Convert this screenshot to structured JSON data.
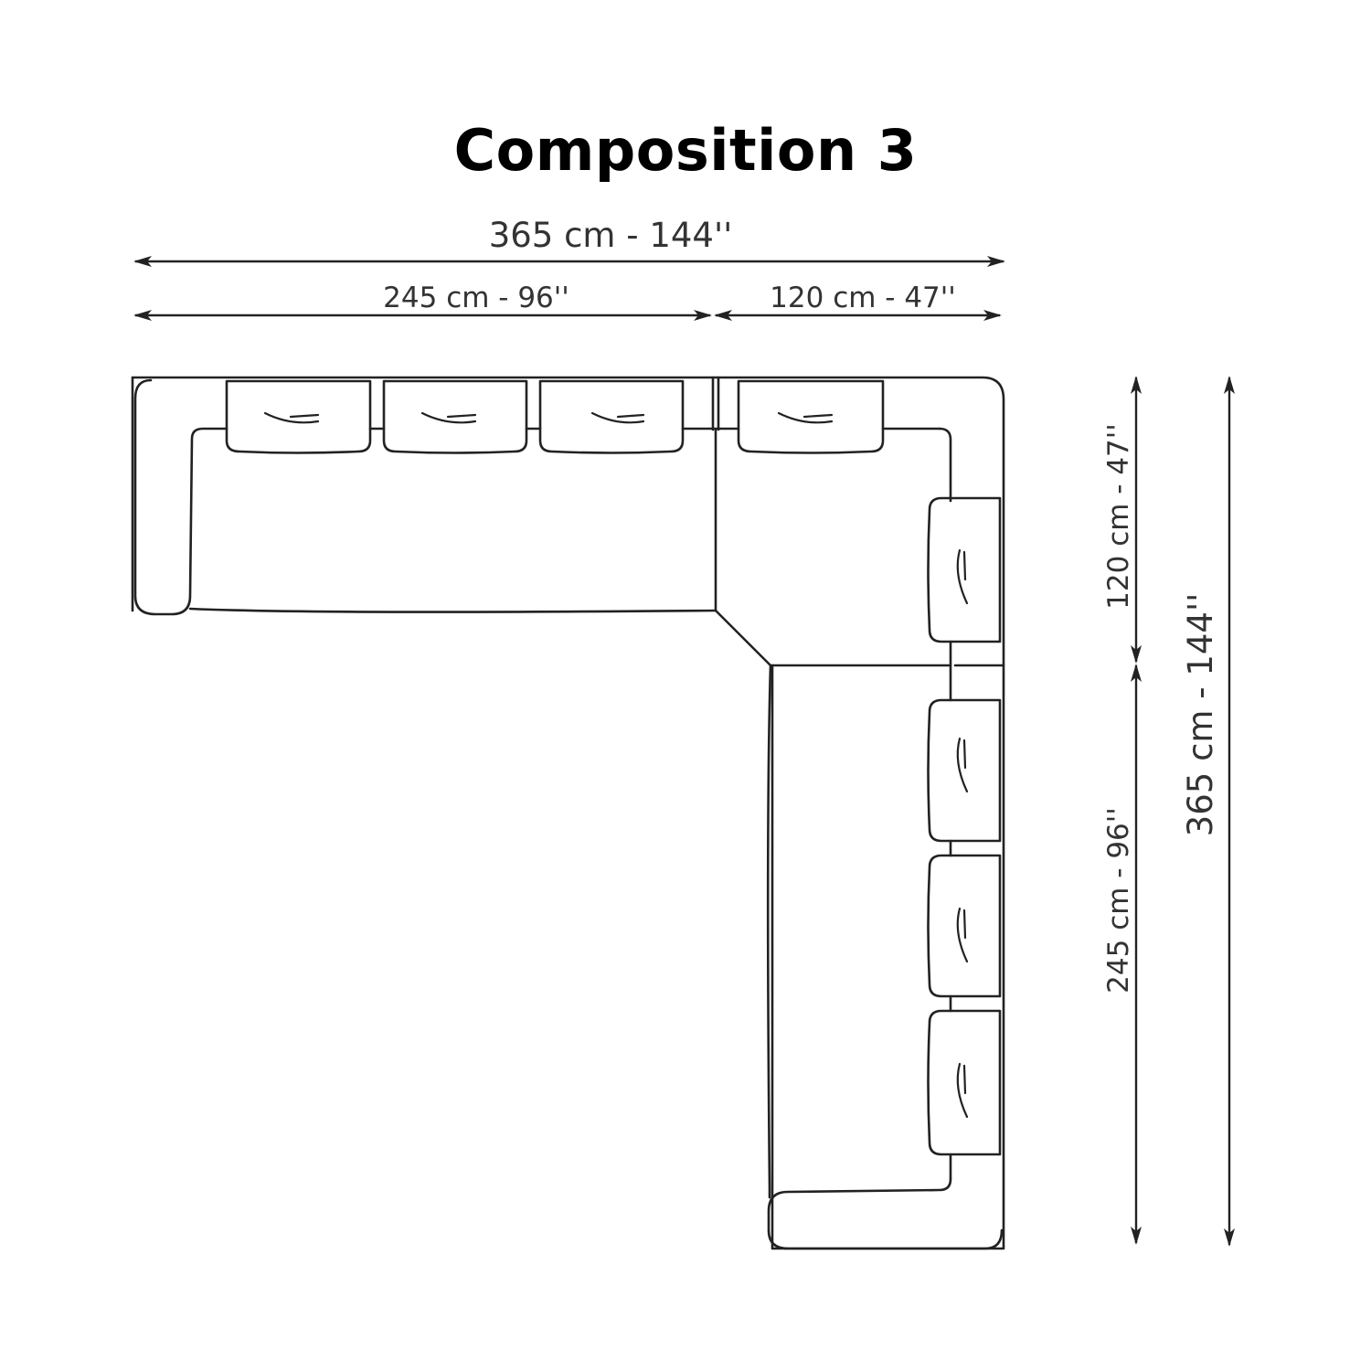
{
  "title": "Composition 3",
  "dimensions": {
    "top_total": "365 cm - 144''",
    "top_left": "245 cm - 96''",
    "top_right": "120 cm - 47''",
    "right_upper": "120 cm - 47''",
    "right_lower": "245 cm - 96''",
    "right_total": "365 cm - 144''"
  },
  "colors": {
    "stroke": "#222222",
    "background": "#ffffff"
  }
}
